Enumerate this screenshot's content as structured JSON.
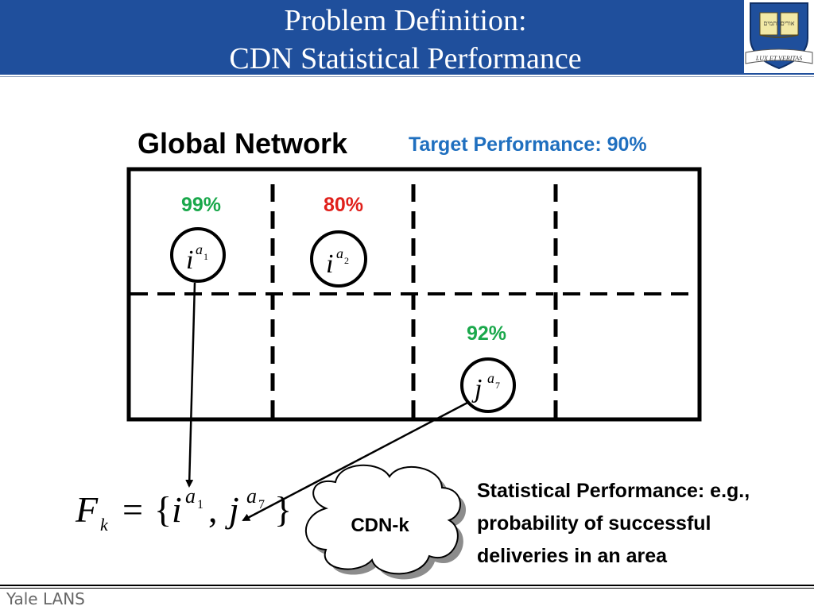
{
  "slide": {
    "title_line1": "Problem Definition:",
    "title_line2": "CDN Statistical Performance",
    "crest_motto": "LUX ET VERITAS",
    "crest_hebrew": "אורים ותמים",
    "footer": "Yale LANS"
  },
  "diagram": {
    "network_label": "Global Network",
    "target_label": "Target Performance: 90%",
    "cells": [
      {
        "percent": "99%",
        "status_color": "#1aa84b",
        "node_base": "i",
        "node_sup": "a",
        "node_sub": "1"
      },
      {
        "percent": "80%",
        "status_color": "#e0201b",
        "node_base": "i",
        "node_sup": "a",
        "node_sub": "2"
      },
      {
        "percent": "92%",
        "status_color": "#1aa84b",
        "node_base": "j",
        "node_sup": "a",
        "node_sub": "7"
      }
    ],
    "formula": {
      "lhs": "F",
      "lhs_sub": "k",
      "eq": "=",
      "open": "{",
      "t1_base": "i",
      "t1_sup": "a",
      "t1_sub": "1",
      "comma": ",",
      "t2_base": "j",
      "t2_sup": "a",
      "t2_sub": "7",
      "close": "}"
    },
    "cloud_label": "CDN-k",
    "description": [
      "Statistical Performance: e.g.,",
      "probability of successful",
      "deliveries in an area"
    ],
    "colors": {
      "header_blue": "#1f4f9c",
      "target_blue": "#1f6fbf",
      "good": "#1aa84b",
      "bad": "#e0201b"
    }
  }
}
